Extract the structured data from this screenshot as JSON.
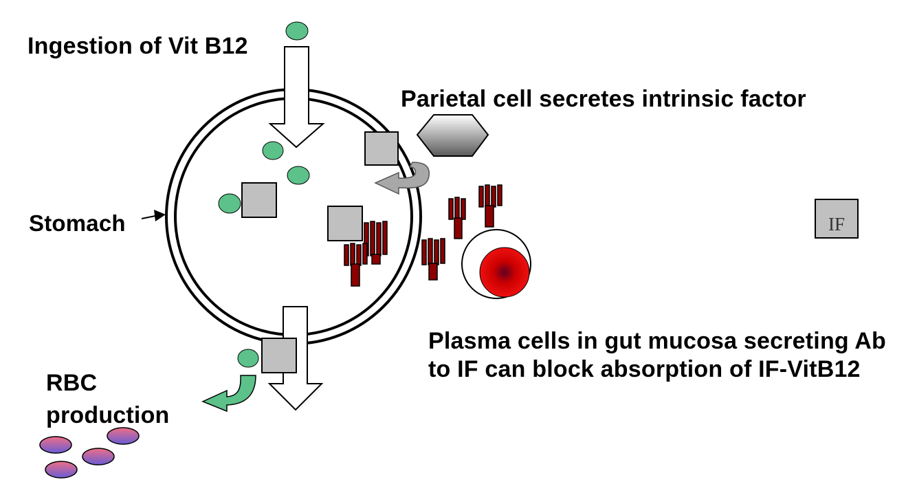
{
  "labels": {
    "ingestion": "Ingestion of Vit B12",
    "parietal": "Parietal cell secretes intrinsic factor",
    "stomach": "Stomach",
    "plasma": "Plasma cells in gut mucosa secreting Ab to IF can block absorption of IF-VitB12",
    "rbc": "RBC production",
    "if_legend": "IF"
  },
  "colors": {
    "vit_b12": "#5cc28a",
    "if_box": "#c0c0c0",
    "antibody": "#8b0000",
    "antibody_stripe": "#000000",
    "plasma_nucleus": "#cc0000",
    "rbc": "#d9607a",
    "rbc_alt": "#5a5ac8",
    "arrow_gray": "#a8a8a8"
  },
  "icons": {
    "vit_b12": "green-oval",
    "intrinsic_factor": "gray-square",
    "parietal_cell": "hexagon",
    "antibody": "red-striped-y",
    "plasma_cell": "ring-with-red-nucleus",
    "rbc": "purple-pink-oval"
  }
}
